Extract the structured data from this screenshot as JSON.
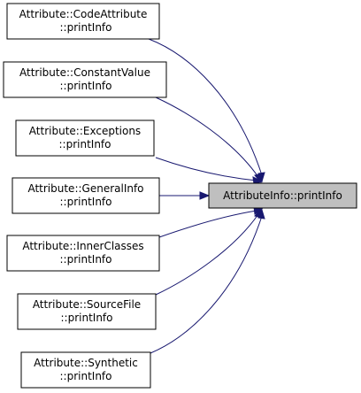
{
  "graph": {
    "target": {
      "label": "AttributeInfo::printInfo",
      "fill": "#bfbfbf"
    },
    "callers": [
      {
        "line1": "Attribute::CodeAttribute",
        "line2": "::printInfo"
      },
      {
        "line1": "Attribute::ConstantValue",
        "line2": "::printInfo"
      },
      {
        "line1": "Attribute::Exceptions",
        "line2": "::printInfo"
      },
      {
        "line1": "Attribute::GeneralInfo",
        "line2": "::printInfo"
      },
      {
        "line1": "Attribute::InnerClasses",
        "line2": "::printInfo"
      },
      {
        "line1": "Attribute::SourceFile",
        "line2": "::printInfo"
      },
      {
        "line1": "Attribute::Synthetic",
        "line2": "::printInfo"
      }
    ],
    "edge_color": "#191970",
    "node_border_color": "#000000",
    "node_fill": "#ffffff"
  }
}
